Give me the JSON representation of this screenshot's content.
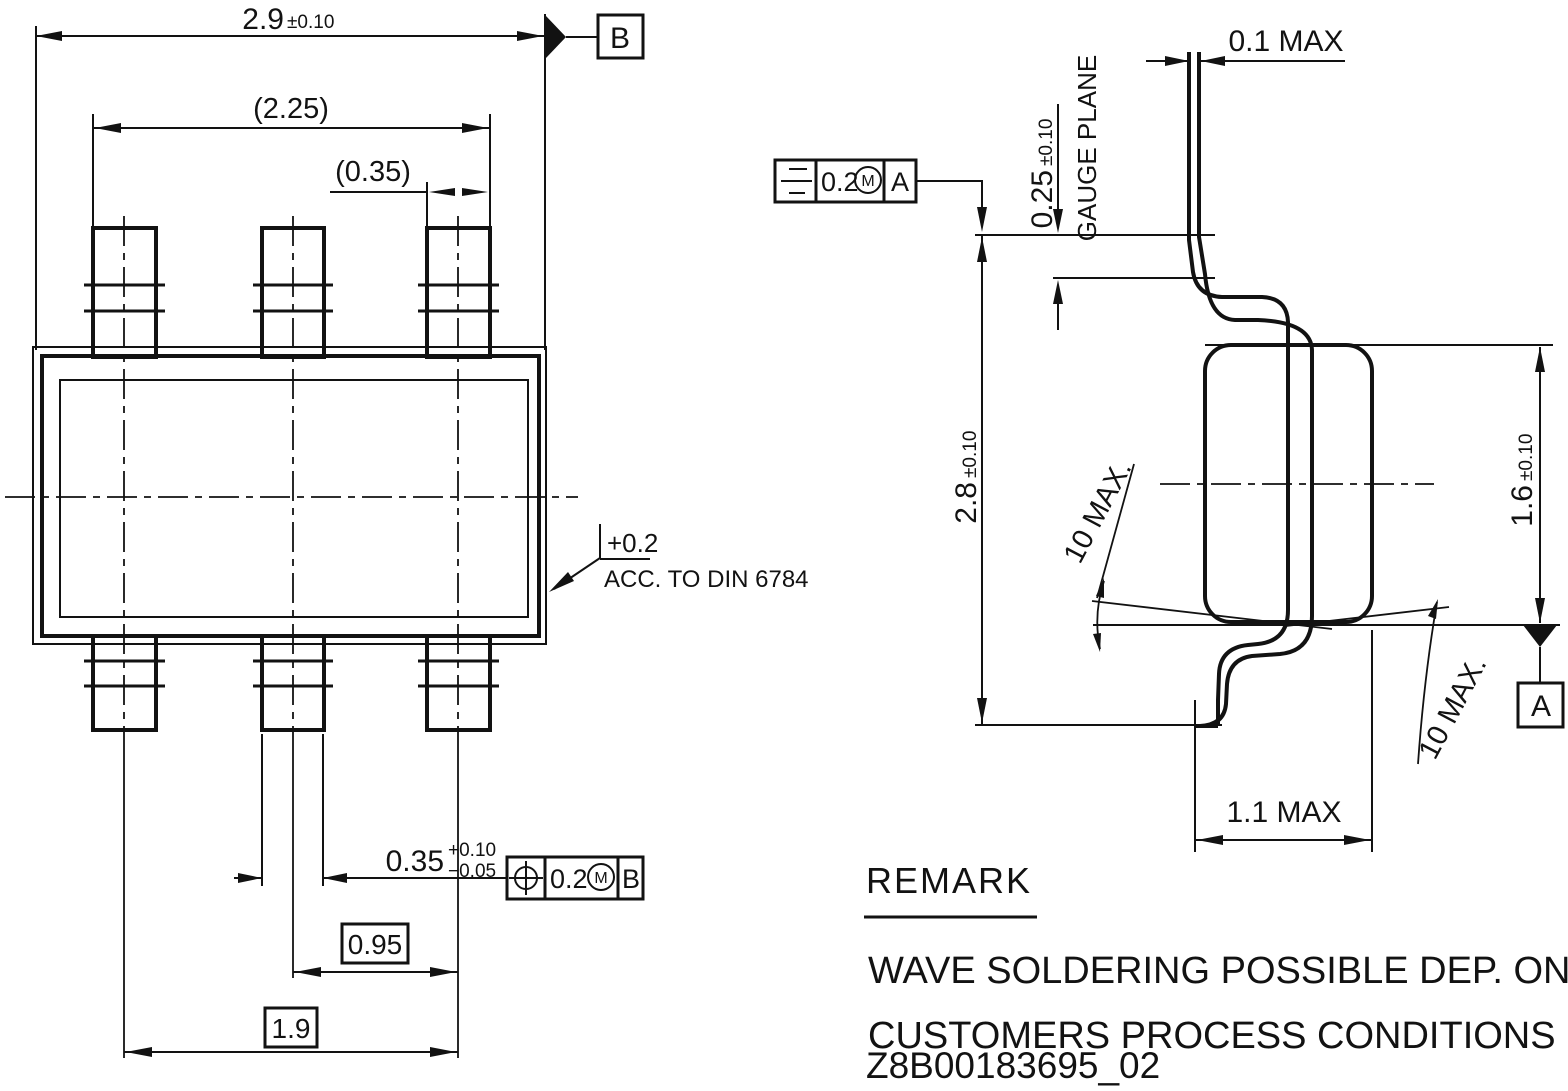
{
  "colors": {
    "ink": "#121212",
    "background": "#ffffff"
  },
  "top_view": {
    "dim_overall": {
      "value": "2.9",
      "tol": "±0.10"
    },
    "dim_ref_span": "(2.25)",
    "dim_ref_lead": "(0.35)",
    "datum_b": "B",
    "edge_tol": "+0.2",
    "edge_note": "ACC. TO DIN 6784",
    "dim_lead_width": {
      "value": "0.35",
      "tol_plus": "+0.10",
      "tol_minus": "−0.05"
    },
    "fcf_position": {
      "tolerance": "0.2",
      "modifier": "M",
      "datum": "B"
    },
    "dim_pitch": "0.95",
    "dim_pitch_total": "1.9"
  },
  "side_view": {
    "dim_lead_tip": "0.1 MAX",
    "dim_gauge": {
      "value": "0.25",
      "tol": "±0.10"
    },
    "gauge_plane_label": "GAUGE PLANE",
    "fcf_seating": {
      "tolerance": "0.2",
      "modifier": "M",
      "datum": "A"
    },
    "dim_span": {
      "value": "2.8",
      "tol": "±0.10"
    },
    "angle_left": "10 MAX.",
    "angle_right": "10 MAX.",
    "dim_body": {
      "value": "1.6",
      "tol": "±0.10"
    },
    "datum_a": "A",
    "dim_height": "1.1 MAX"
  },
  "remark": {
    "title": "REMARK",
    "line1": "WAVE SOLDERING POSSIBLE DEP. ON",
    "line2": "CUSTOMERS PROCESS CONDITIONS"
  },
  "doc_number": "Z8B00183695_02"
}
